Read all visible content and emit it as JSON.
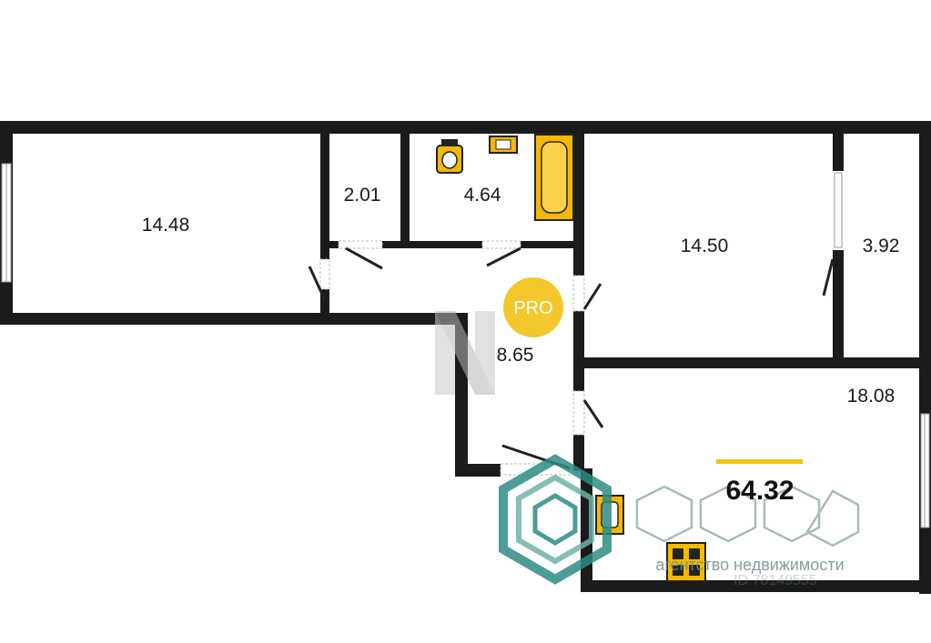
{
  "rooms": [
    {
      "id": "living-room-left",
      "area": "14.48"
    },
    {
      "id": "storage",
      "area": "2.01"
    },
    {
      "id": "bathroom",
      "area": "4.64"
    },
    {
      "id": "bedroom-right",
      "area": "14.50"
    },
    {
      "id": "balcony",
      "area": "3.92"
    },
    {
      "id": "hallway",
      "area": "8.65"
    },
    {
      "id": "kitchen",
      "area": "18.08"
    }
  ],
  "total_area": "64.32",
  "badge": {
    "label": "PRO"
  },
  "watermark": {
    "caption": "агентство недвижимости",
    "id_text": "ID 78149555"
  },
  "colors": {
    "wall": "#1b1b1b",
    "fixture": "#f5b800",
    "accent_line": "#f5c400",
    "watermark_teal": "#2d8c83",
    "badge": "#f3c21b"
  },
  "icons": [
    "toilet-icon",
    "sink-icon",
    "bathtub-icon",
    "stove-icon",
    "kitchen-sink-icon",
    "logo-hexagon-icon",
    "pro-badge-icon"
  ]
}
